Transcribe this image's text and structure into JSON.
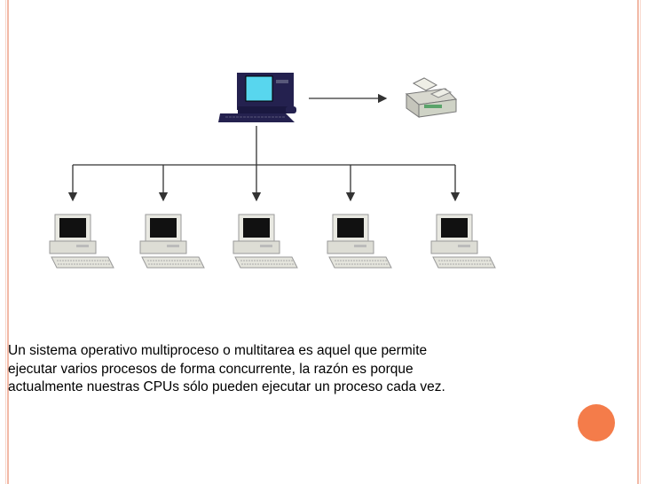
{
  "caption": {
    "line1": "Un sistema operativo multiproceso o multitarea es aquel que permite",
    "line2": "ejecutar varios procesos de forma concurrente, la razón es porque",
    "line3": "actualmente nuestras CPUs sólo pueden ejecutar un proceso cada vez."
  },
  "diagram": {
    "server_icon": "desktop-computer-icon",
    "peripheral_icon": "printer-icon",
    "client_icon": "terminal-computer-icon",
    "client_count": 5
  },
  "colors": {
    "frame": "#f2b9a6",
    "accent": "#f47c4a",
    "screen": "#58d6ee",
    "case": "#1f1f4f"
  }
}
